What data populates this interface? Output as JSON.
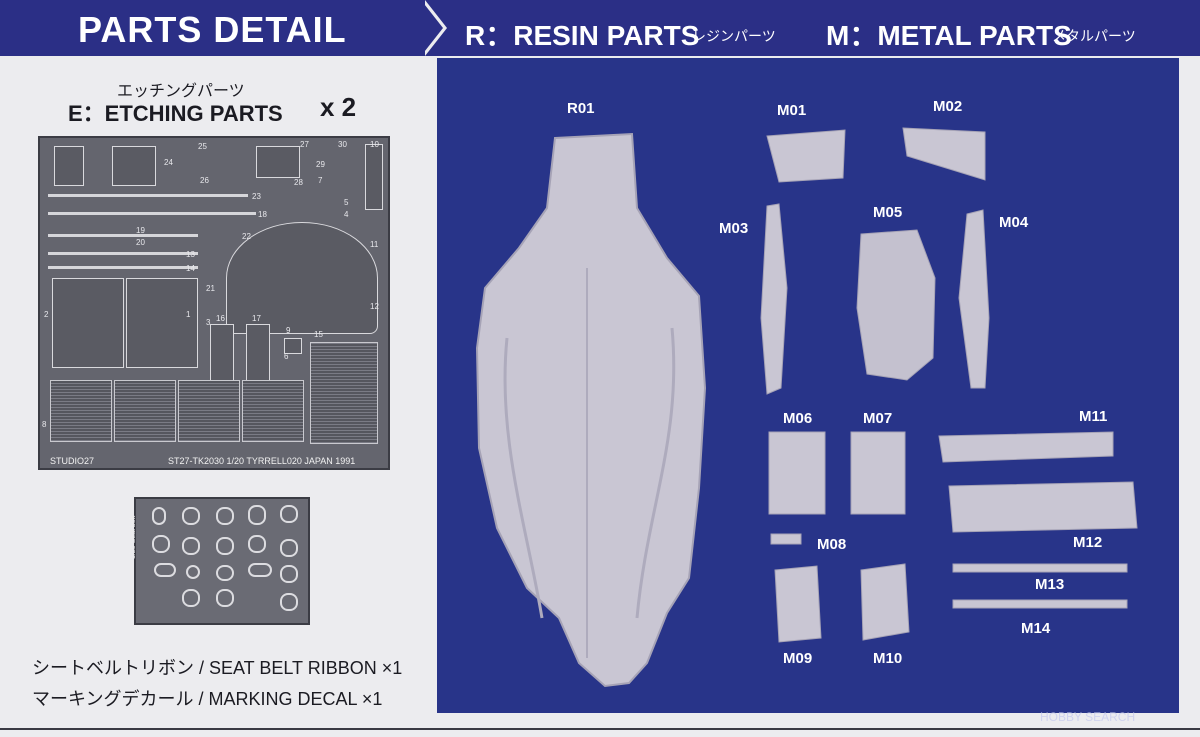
{
  "header": {
    "title": "PARTS DETAIL",
    "resin_label": "R：RESIN PARTS",
    "resin_jp": "レジンパーツ",
    "metal_label": "M：METAL PARTS",
    "metal_jp": "メタルパーツ"
  },
  "etching": {
    "jp": "エッチングパーツ",
    "title": "E：ETCHING PARTS",
    "qty": "x 2",
    "fret_caption_left": "STUDIO27",
    "fret_caption_right": "ST27-TK2030    1/20   TYRRELL020 JAPAN 1991",
    "numbers": [
      "25",
      "27",
      "30",
      "10",
      "24",
      "26",
      "28",
      "29",
      "7",
      "23",
      "5",
      "18",
      "4",
      "19",
      "22",
      "20",
      "11",
      "13",
      "14",
      "21",
      "12",
      "16",
      "17",
      "9",
      "15",
      "2",
      "1",
      "3",
      "6",
      "8"
    ],
    "seatbelt_caption": "1/20 Seat belt"
  },
  "extras": {
    "seatbelt": "シートベルトリボン / SEAT BELT RIBBON ×1",
    "decal": "マーキングデカール / MARKING DECAL ×1"
  },
  "parts": {
    "r01": "R01",
    "m01": "M01",
    "m02": "M02",
    "m03": "M03",
    "m04": "M04",
    "m05": "M05",
    "m06": "M06",
    "m07": "M07",
    "m08": "M08",
    "m09": "M09",
    "m10": "M10",
    "m11": "M11",
    "m12": "M12",
    "m13": "M13",
    "m14": "M14"
  },
  "watermark": "HOBBY SEARCH",
  "colors": {
    "header": "#2b2f86",
    "photo_bg": "#283489",
    "part": "#c9c6d3"
  }
}
